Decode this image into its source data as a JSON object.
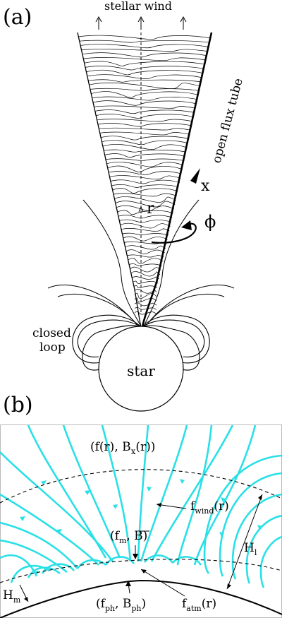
{
  "panel_a": {
    "tag": "(a)",
    "stellar_wind": "stellar wind",
    "open_flux_tube": "open flux tube",
    "x_label": "x",
    "r_label": "r",
    "phi_label": "ϕ",
    "closed_loop_line1": "closed",
    "closed_loop_line2": "loop",
    "star": "star"
  },
  "panel_b": {
    "tag": "(b)",
    "top_formula": "(f(r),  B",
    "top_formula_sub": "x",
    "top_formula_end": "(r))",
    "f_wind": "f",
    "f_wind_sub": "wind",
    "f_wind_end": "(r)",
    "fm_open": "(f",
    "fm_sub": "m",
    "fm_end": ",  B)",
    "H_l": "H",
    "H_l_sub": "l",
    "H_m": "H",
    "H_m_sub": "m",
    "fph_open": "(f",
    "fph_sub": "ph",
    "fph_mid": ", B",
    "fph_sub2": "ph",
    "fph_end": ")",
    "f_atm": "f",
    "f_atm_sub": "atm",
    "f_atm_end": "(r)"
  },
  "colors": {
    "field_line": "#29e0e6",
    "ink": "#000000"
  }
}
